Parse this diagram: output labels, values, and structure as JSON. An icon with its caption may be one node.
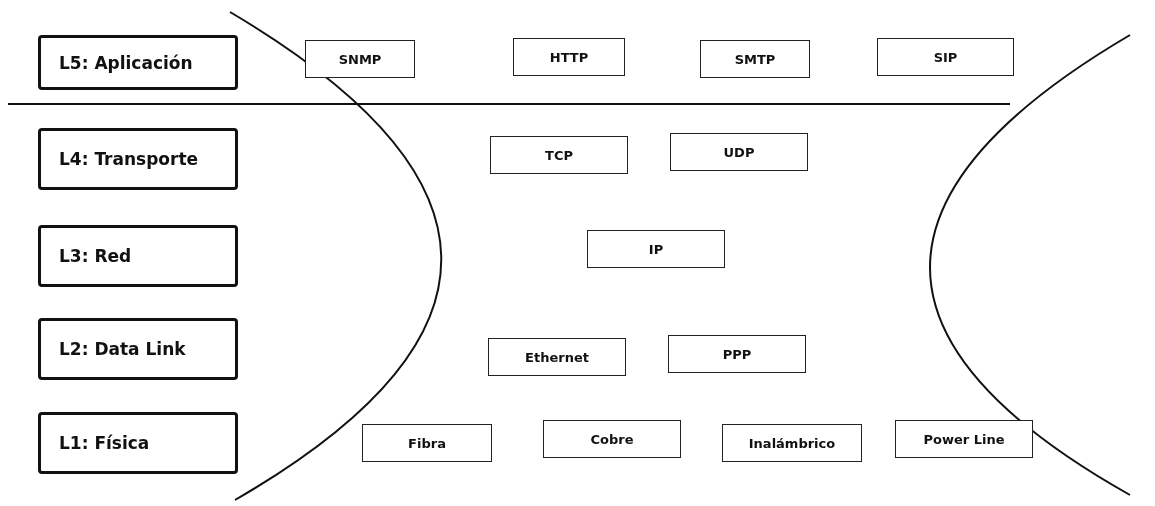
{
  "diagram": {
    "nodes": [
      {
        "text": [
          "L5: Aplicación"
        ]
      },
      {
        "text": [
          "SNMP"
        ]
      },
      {
        "text": [
          "HTTP"
        ]
      },
      {
        "text": [
          "SMTP"
        ]
      },
      {
        "text": [
          "SIP"
        ]
      },
      {
        "text": [
          "L4: Transporte"
        ]
      },
      {
        "text": [
          "TCP"
        ]
      },
      {
        "text": [
          "UDP"
        ]
      },
      {
        "text": [
          "L3: Red"
        ]
      },
      {
        "text": [
          "IP"
        ]
      },
      {
        "text": [
          "L2: Data Link"
        ]
      },
      {
        "text": [
          "Ethernet"
        ]
      },
      {
        "text": [
          "PPP"
        ]
      },
      {
        "text": [
          "L1: Física"
        ]
      },
      {
        "text": [
          "Fibra"
        ]
      },
      {
        "text": [
          "Cobre"
        ]
      },
      {
        "text": [
          "Inalámbrico"
        ]
      },
      {
        "text": [
          "Power Line"
        ]
      }
    ]
  }
}
